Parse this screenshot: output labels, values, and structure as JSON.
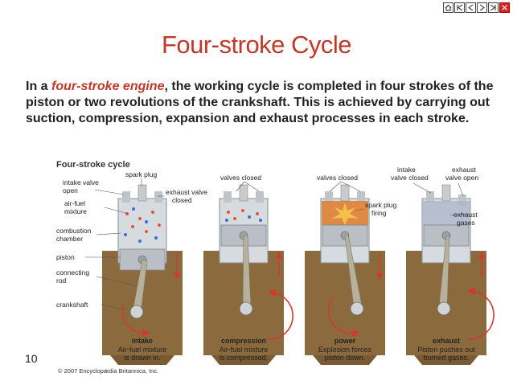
{
  "slide": {
    "title": "Four-stroke Cycle",
    "body_prefix": "In a ",
    "body_highlight": "four-stroke engine",
    "body_rest": ", the working cycle is completed in four strokes of the piston or two revolutions of the crankshaft. This is achieved by carrying out suction, compression, expansion and exhaust processes in each stroke.",
    "page_number": "10"
  },
  "nav_icons": [
    "home-icon",
    "first-icon",
    "prev-icon",
    "next-icon",
    "last-icon",
    "close-icon"
  ],
  "figure": {
    "title": "Four-stroke cycle",
    "labels": {
      "intake_valve_open": "intake valve open",
      "spark_plug": "spark plug",
      "exhaust_valve_closed": "exhaust valve closed",
      "air_fuel_mixture": "air-fuel mixture",
      "combustion_chamber": "combustion chamber",
      "piston": "piston",
      "connecting_rod": "connecting rod",
      "crankshaft": "crankshaft",
      "valves_closed_1": "valves closed",
      "valves_closed_2": "valves closed",
      "spark_plug_firing": "spark plug firing",
      "intake_valve_closed": "intake valve closed",
      "exhaust_valve_open": "exhaust valve open",
      "exhaust_gases": "exhaust gases"
    },
    "strokes": [
      {
        "name": "intake",
        "desc1": "Air-fuel mixture",
        "desc2": "is drawn in."
      },
      {
        "name": "compression",
        "desc1": "Air-fuel mixture",
        "desc2": "is compressed."
      },
      {
        "name": "power",
        "desc1": "Explosion forces",
        "desc2": "piston down."
      },
      {
        "name": "exhaust",
        "desc1": "Piston pushes out",
        "desc2": "burned gases."
      }
    ],
    "copyright": "© 2007 Encyclopædia Britannica, Inc.",
    "colors": {
      "block": "#8b6a3e",
      "cylinder": "#d6dbe0",
      "piston": "#b9bfc5",
      "arrow": "#d23a2e",
      "fuel_red": "#e8513d",
      "fuel_blue": "#3b6fd1",
      "explosion": "#e07a2a"
    }
  }
}
